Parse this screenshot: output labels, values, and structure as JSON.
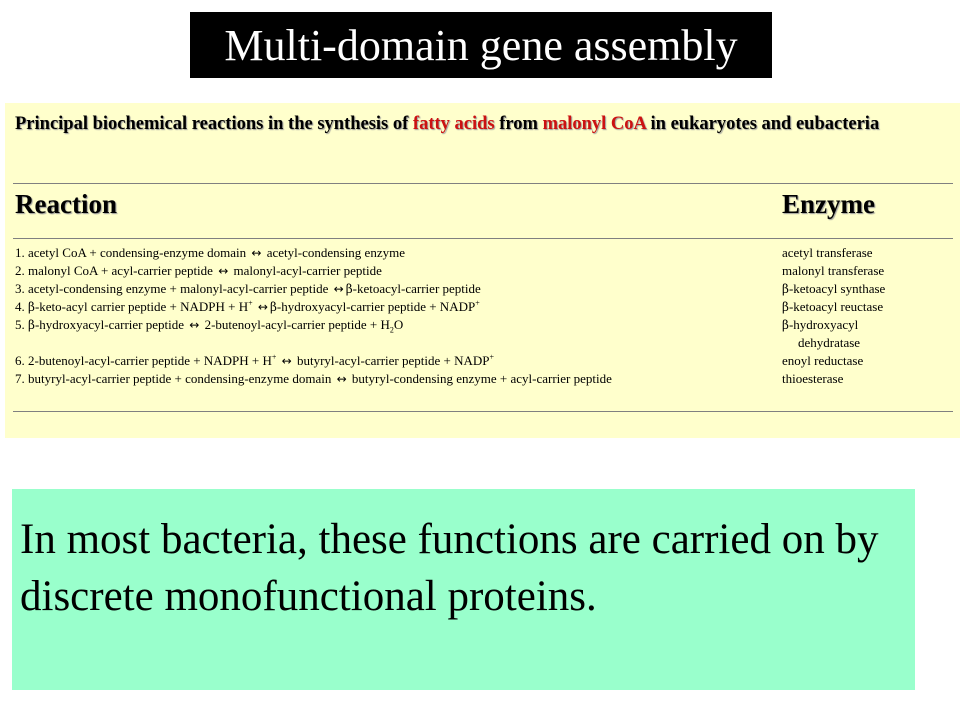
{
  "title": "Multi-domain gene assembly",
  "panel": {
    "caption_parts": {
      "before": "Principal biochemical reactions in the synthesis of ",
      "highlight1": "fatty acids",
      "middle": " from ",
      "highlight2": "malonyl CoA",
      "after": " in eukaryotes and eubacteria"
    },
    "header_reaction": "Reaction",
    "header_enzyme": "Enzyme",
    "reactions": {
      "r1": {
        "left": "1. acetyl CoA + condensing-enzyme domain",
        "right": "acetyl-condensing enzyme",
        "enzyme": "acetyl transferase"
      },
      "r2": {
        "left": "2. malonyl CoA + acyl-carrier peptide",
        "right": "malonyl-acyl-carrier  peptide",
        "enzyme": "malonyl transferase"
      },
      "r3": {
        "left": "3. acetyl-condensing enzyme + malonyl-acyl-carrier  peptide",
        "right": "-ketoacyl-carrier peptide",
        "enzyme": "-ketoacyl synthase"
      },
      "r4": {
        "num": "4.",
        "left": "-keto-acyl carrier peptide + NADPH + H",
        "right": "-hydroxyacyl-carrier peptide + NADP",
        "enzyme": "-ketoacyl reuctase"
      },
      "r5": {
        "num": "5.",
        "left": "-hydroxyacyl-carrier peptide",
        "right": "2-butenoyl-acyl-carrier peptide + H",
        "right_tail": "O",
        "enzyme": "-hydroxyacyl",
        "enzyme_cont": "dehydratase"
      },
      "r6": {
        "left": "6. 2-butenoyl-acyl-carrier  peptide + NADPH + H",
        "right": "butyryl-acyl-carrier  peptide + NADP",
        "enzyme": "enoyl reductase"
      },
      "r7": {
        "left": "7. butyryl-acyl-carrier  peptide + condensing-enzyme domain",
        "right": "butyryl-condensing enzyme + acyl-carrier peptide",
        "enzyme": "thioesterase"
      }
    },
    "symbols": {
      "arrow": "↔",
      "beta": "β",
      "plus_sup": "+",
      "sub_two": "2"
    }
  },
  "statement": "In most bacteria, these functions are carried on by discrete monofunctional proteins."
}
